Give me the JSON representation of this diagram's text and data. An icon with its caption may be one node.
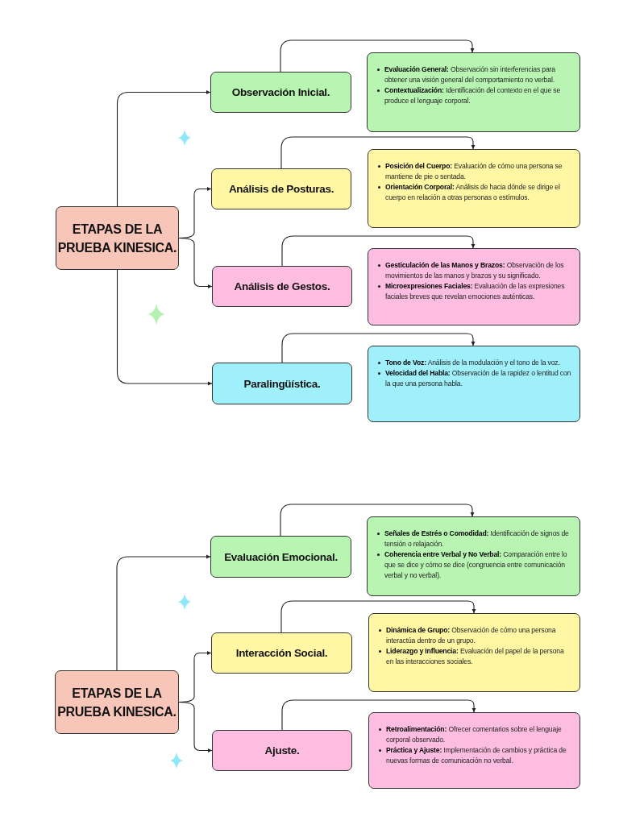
{
  "diagram": {
    "nodes": [
      {
        "text": [
          "ETAPAS DE LA PRUEBA KINESICA."
        ]
      },
      {
        "text": [
          "Observación Inicial."
        ]
      },
      {
        "text": [
          "**Evaluación General:** Observación sin interferencias para obtener una visión general del comportamiento no verbal.",
          "**Contextualización:** Identificación del contexto en el que se produce el lenguaje corporal."
        ]
      },
      {
        "text": [
          "Análisis de Posturas."
        ]
      },
      {
        "text": [
          "**Posición del Cuerpo:** Evaluación de cómo una persona se mantiene de pie o sentada.",
          "**Orientación Corporal:** Análisis de hacia dónde se dirige el cuerpo en relación a otras personas o estímulos."
        ]
      },
      {
        "text": [
          "Análisis de Gestos."
        ]
      },
      {
        "text": [
          "**Gesticulación de las Manos y Brazos:** Observación de los movimientos de las manos y brazos y su significado.",
          "**Microexpresiones Faciales:** Evaluación de las expresiones faciales breves que revelan emociones auténticas."
        ]
      },
      {
        "text": [
          "Paralingüística."
        ]
      },
      {
        "text": [
          "**Tono de Voz:** Análisis de la modulación y el tono de la voz.",
          "**Velocidad del Habla:** Observación de la rapidez o lentitud con la que una persona habla."
        ]
      },
      {
        "text": [
          "ETAPAS DE LA PRUEBA KINESICA."
        ]
      },
      {
        "text": [
          "Evaluación Emocional."
        ]
      },
      {
        "text": [
          "**Señales de Estrés o Comodidad:** Identificación de signos de tensión o relajación.",
          "**Coherencia entre Verbal y No Verbal:** Comparación entre lo que se dice y cómo se dice (congruencia entre comunicación verbal y no verbal)."
        ]
      },
      {
        "text": [
          "Interacción Social."
        ]
      },
      {
        "text": [
          "**Dinámica de Grupo:** Observación de cómo una persona interactúa dentro de un grupo.",
          "**Liderazgo y Influencia:** Evaluación del papel de la persona en las interacciones sociales."
        ]
      },
      {
        "text": [
          "Ajuste."
        ]
      },
      {
        "text": [
          "**Retroalimentación:** Ofrecer comentarios sobre el lenguaje corporal observado.",
          "**Práctica y Ajuste:** Implementación de cambios y práctica de nuevas formas de comunicación no verbal."
        ]
      }
    ],
    "edges": [
      {
        "from": 0,
        "to": 1,
        "arrow": "to"
      },
      {
        "from": 0,
        "to": 3,
        "arrow": "to"
      },
      {
        "from": 0,
        "to": 5,
        "arrow": "to"
      },
      {
        "from": 0,
        "to": 7,
        "arrow": "to"
      },
      {
        "from": 1,
        "to": 2,
        "arrow": "to"
      },
      {
        "from": 3,
        "to": 4,
        "arrow": "to"
      },
      {
        "from": 5,
        "to": 6,
        "arrow": "to"
      },
      {
        "from": 7,
        "to": 8,
        "arrow": "to"
      },
      {
        "from": 9,
        "to": 10,
        "arrow": "to"
      },
      {
        "from": 9,
        "to": 12,
        "arrow": "to"
      },
      {
        "from": 9,
        "to": 14,
        "arrow": "to"
      },
      {
        "from": 10,
        "to": 11,
        "arrow": "to"
      },
      {
        "from": 12,
        "to": 13,
        "arrow": "to"
      },
      {
        "from": 14,
        "to": 15,
        "arrow": "to"
      }
    ]
  }
}
